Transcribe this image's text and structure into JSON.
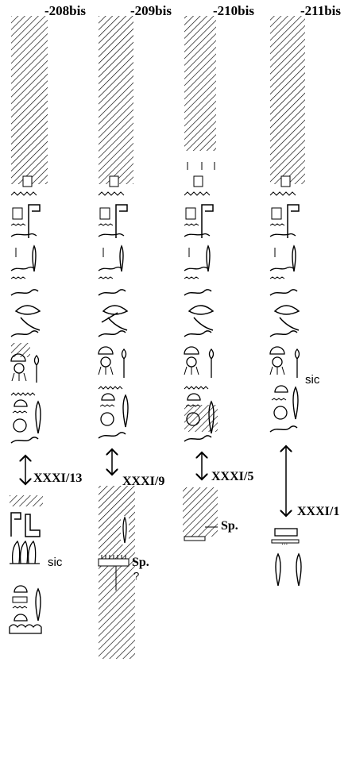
{
  "columns": [
    {
      "label": "-208bis",
      "ref": "XXXI/13",
      "note": "sic"
    },
    {
      "label": "-209bis",
      "ref": "XXXI/9",
      "note": "Sp.",
      "note2": "?"
    },
    {
      "label": "-210bis",
      "ref": "XXXI/5",
      "note": "Sp."
    },
    {
      "label": "-211bis",
      "ref": "XXXI/1",
      "note": "sic",
      "ellipsis": "..."
    }
  ],
  "colors": {
    "ink": "#000000",
    "background": "#ffffff"
  },
  "icons": [
    "hatched-lacuna-icon",
    "reed-leaf-icon",
    "water-ripple-icon",
    "horned-viper-icon",
    "eye-icon",
    "bread-loaf-icon",
    "double-arrow-icon"
  ]
}
